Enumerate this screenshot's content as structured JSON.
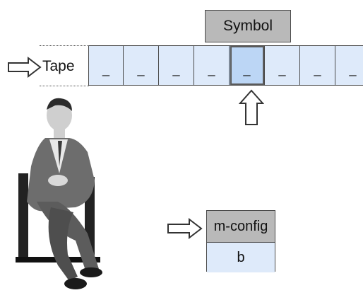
{
  "symbol": {
    "label": "Symbol"
  },
  "tape": {
    "label": "Tape",
    "cells": [
      "_",
      "_",
      "_",
      "_",
      "_",
      "_",
      "_",
      "_"
    ],
    "scanned_index": 4
  },
  "machine": {
    "header": "m-config",
    "state": "b"
  },
  "colors": {
    "cell_fill": "#deeafa",
    "scanned_fill": "#bcd6f5",
    "header_fill": "#b9b9b9",
    "border": "#4a4a4a"
  },
  "icons": {
    "tape_pointer": "arrow-right-outline-icon",
    "head_pointer": "arrow-up-outline-icon",
    "mconfig_pointer": "arrow-right-outline-icon"
  }
}
